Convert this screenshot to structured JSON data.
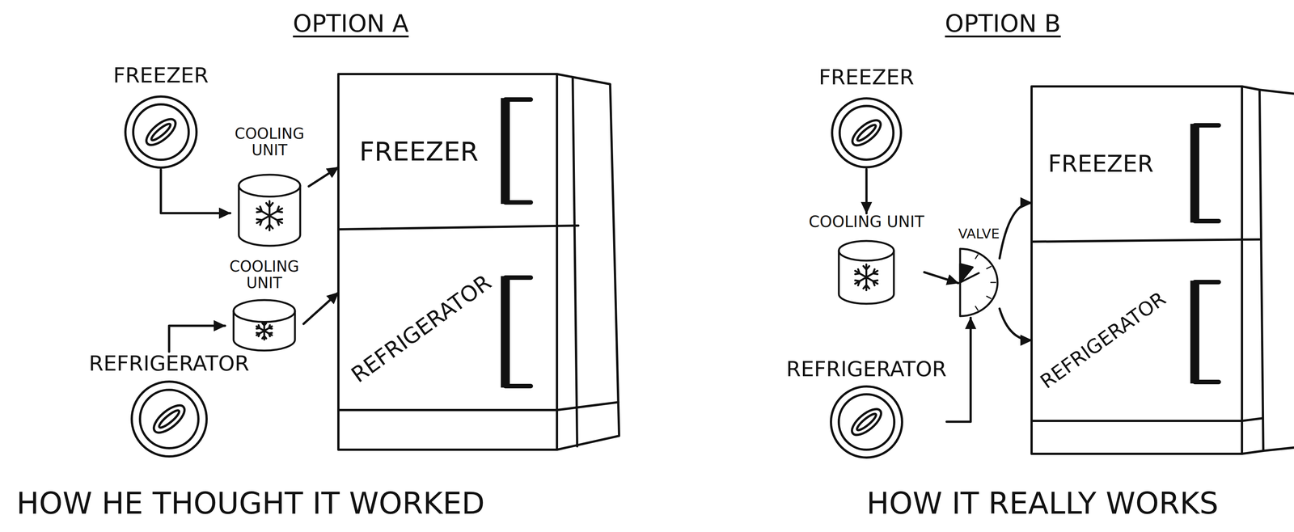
{
  "diagram": {
    "nodes": [
      {
        "text": [
          "FREEZER"
        ]
      },
      {
        "text": [
          "COOLING UNIT"
        ]
      },
      {
        "text": [
          "FREEZER"
        ]
      },
      {
        "text": [
          "COOLING UNIT"
        ]
      },
      {
        "text": [
          "REFRIGERATOR"
        ]
      },
      {
        "text": [
          "REFRIGERATOR"
        ]
      },
      {
        "text": [
          "FREEZER"
        ]
      },
      {
        "text": [
          "COOLING UNIT"
        ]
      },
      {
        "text": [
          "VALVE"
        ]
      },
      {
        "text": [
          "FREEZER"
        ]
      },
      {
        "text": [
          "REFRIGERATOR"
        ]
      },
      {
        "text": [
          "REFRIGERATOR"
        ]
      }
    ],
    "edges": [
      {
        "from": 0,
        "to": 1,
        "arrow": "to"
      },
      {
        "from": 1,
        "to": 2,
        "arrow": "to"
      },
      {
        "from": 5,
        "to": 3,
        "arrow": "to"
      },
      {
        "from": 3,
        "to": 4,
        "arrow": "to"
      },
      {
        "from": 6,
        "to": 7,
        "arrow": "to"
      },
      {
        "from": 7,
        "to": 8,
        "arrow": "to"
      },
      {
        "from": 11,
        "to": 8,
        "arrow": "to"
      },
      {
        "from": 8,
        "to": 9,
        "arrow": "to"
      },
      {
        "from": 8,
        "to": 10,
        "arrow": "to"
      }
    ],
    "labels": [
      "OPTION A",
      "OPTION B",
      "HOW HE THOUGHT IT WORKED",
      "HOW IT REALLY WORKS"
    ]
  }
}
